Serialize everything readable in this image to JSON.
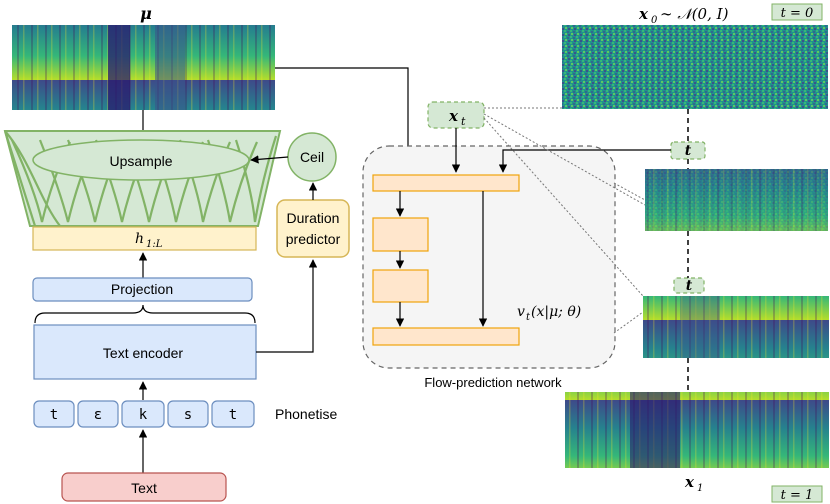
{
  "mu_label": "μ",
  "upsample_label": "Upsample",
  "ceil_label": "Ceil",
  "h_label": "h",
  "h_subscript": "1:L",
  "duration_predictor_label": [
    "Duration",
    "predictor"
  ],
  "projection_label": "Projection",
  "text_encoder_label": "Text encoder",
  "phonemes": [
    "t",
    "ɛ",
    "k",
    "s",
    "t"
  ],
  "phonetise_label": "Phonetise",
  "text_label": "Text",
  "xt_label": "x",
  "xt_subscript": "t",
  "t_label": "t",
  "vt_label": "v",
  "vt_subscript": "t",
  "vt_args": "(x|μ; θ)",
  "flow_network_label": "Flow-prediction network",
  "x0_label": "x",
  "x0_subscript": "0",
  "x0_dist": "∼ 𝒩(0, I)",
  "t0_badge": "t = 0",
  "x1_label": "x",
  "x1_subscript": "1",
  "t1_badge": "t = 1",
  "colors": {
    "blue_fill": "#dae8fc",
    "blue_stroke": "#6c8ebf",
    "yellow_fill": "#fff2cc",
    "yellow_stroke": "#d6b656",
    "green_fill": "#d5e8d4",
    "green_stroke": "#82b366",
    "red_fill": "#f8cecc",
    "red_stroke": "#b85450",
    "orange_fill": "#ffe6cc",
    "orange_stroke": "#f0a30a",
    "gray_fill": "#f5f5f5",
    "gray_stroke": "#666666"
  }
}
